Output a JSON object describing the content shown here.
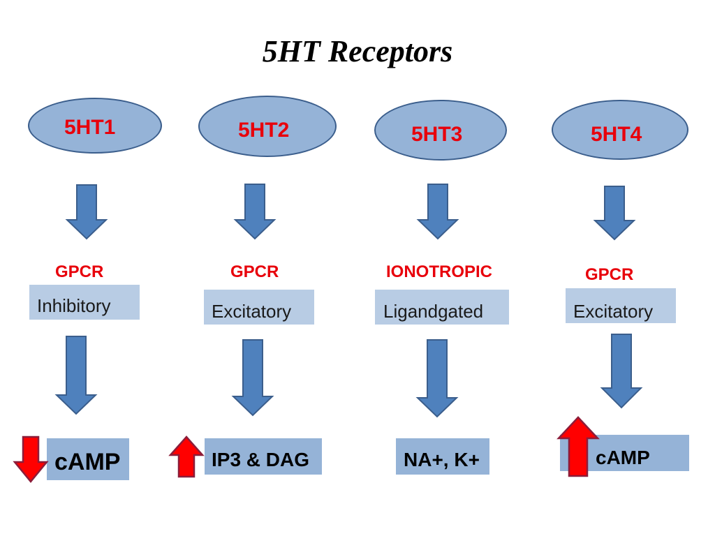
{
  "title": "5HT Receptors",
  "colors": {
    "ellipse_fill": "#95b3d7",
    "ellipse_stroke": "#3b5e8c",
    "flow_arrow": "#4f81bd",
    "label_red": "#e8000b",
    "change_arrow": "#ff0000"
  },
  "columns": [
    {
      "receptor": "5HT1",
      "type": "GPCR",
      "action": "Inhibitory",
      "output": "cAMP",
      "change": "decrease"
    },
    {
      "receptor": "5HT2",
      "type": "GPCR",
      "action": "Excitatory",
      "output": "IP3 & DAG",
      "change": "increase"
    },
    {
      "receptor": "5HT3",
      "type": "IONOTROPIC",
      "action": "Ligandgated",
      "output": "NA+, K+",
      "change": ""
    },
    {
      "receptor": "5HT4",
      "type": "GPCR",
      "action": "Excitatory",
      "output": "cAMP",
      "change": "increase"
    }
  ]
}
